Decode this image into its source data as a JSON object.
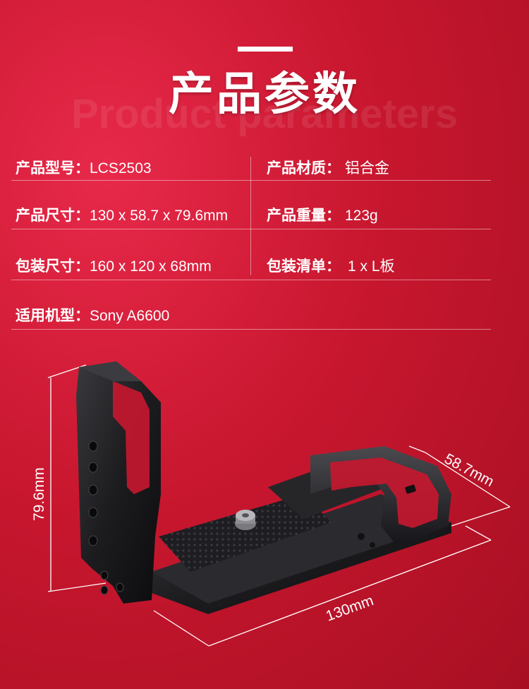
{
  "header": {
    "title": "产品参数",
    "watermark": "Product parameters"
  },
  "specs": {
    "model": {
      "label": "产品型号：",
      "value": "LCS2503"
    },
    "material": {
      "label": "产品材质：",
      "value": "铝合金"
    },
    "size": {
      "label": "产品尺寸：",
      "value": "130 x 58.7 x 79.6mm"
    },
    "weight": {
      "label": "产品重量：",
      "value": "123g"
    },
    "package_size": {
      "label": "包装尺寸：",
      "value": "160 x 120 x 68mm"
    },
    "package_list": {
      "label": "包装清单：",
      "value": "1 x L板"
    },
    "compatible": {
      "label": "适用机型：",
      "value": "Sony A6600"
    }
  },
  "dimensions": {
    "height": "79.6mm",
    "depth": "58.7mm",
    "width": "130mm"
  },
  "colors": {
    "background": "#c8172f",
    "text": "#ffffff",
    "product": "#1a1a1c"
  }
}
